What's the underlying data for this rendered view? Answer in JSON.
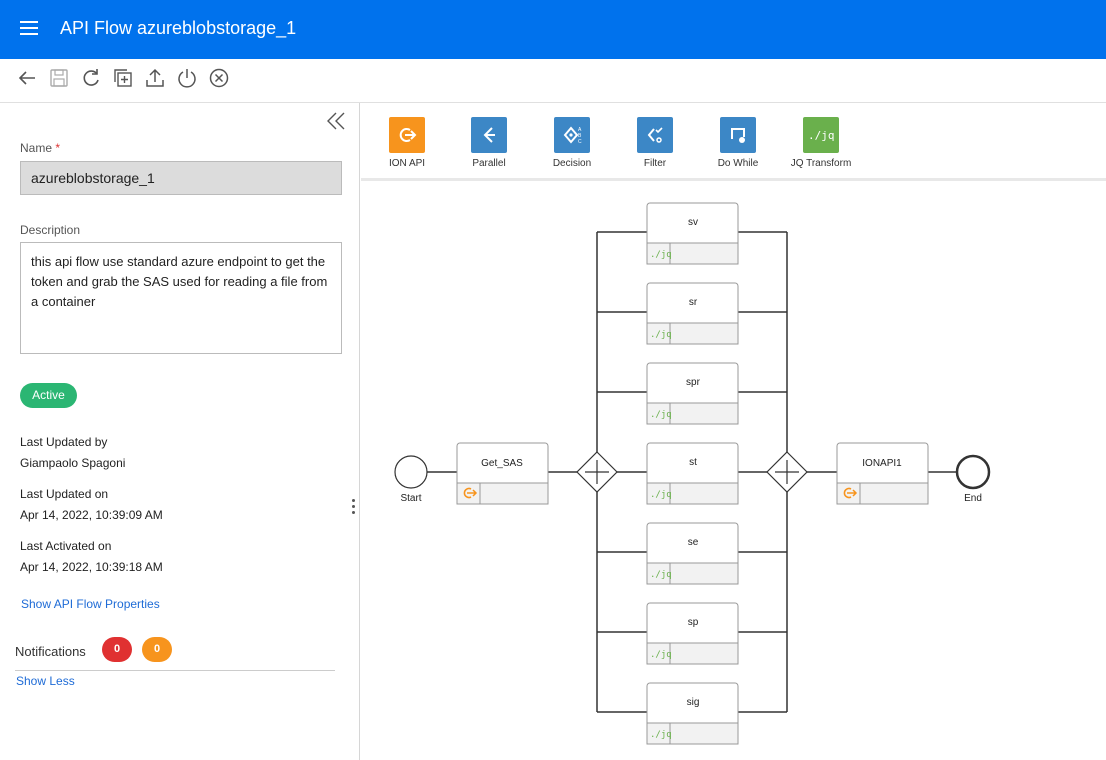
{
  "header": {
    "title": "API Flow azureblobstorage_1"
  },
  "toolbar": {
    "icons": [
      "back-arrow-icon",
      "save-icon",
      "refresh-icon",
      "add-copy-icon",
      "upload-icon",
      "power-icon",
      "cancel-icon"
    ]
  },
  "details": {
    "name_label": "Name",
    "required_mark": "*",
    "name_value": "azureblobstorage_1",
    "description_label": "Description",
    "description_value": "this api flow use standard azure endpoint to get the token and grab the SAS used for reading a file from a container",
    "status": "Active",
    "last_updated_by_label": "Last Updated by",
    "last_updated_by_value": "Giampaolo Spagoni",
    "last_updated_on_label": "Last Updated on",
    "last_updated_on_value": "Apr 14, 2022, 10:39:09 AM",
    "last_activated_on_label": "Last Activated on",
    "last_activated_on_value": "Apr 14, 2022, 10:39:18 AM",
    "show_properties_link": "Show API Flow Properties",
    "notifications_label": "Notifications",
    "notifications_error_count": "0",
    "notifications_warning_count": "0",
    "show_less_link": "Show Less"
  },
  "palette": {
    "items": [
      {
        "label": "ION API",
        "color": "#f7941d",
        "icon": "ion-api-icon"
      },
      {
        "label": "Parallel",
        "color": "#3c87c6",
        "icon": "parallel-icon"
      },
      {
        "label": "Decision",
        "color": "#3c87c6",
        "icon": "decision-icon"
      },
      {
        "label": "Filter",
        "color": "#3c87c6",
        "icon": "filter-icon"
      },
      {
        "label": "Do While",
        "color": "#3c87c6",
        "icon": "do-while-icon"
      },
      {
        "label": "JQ Transform",
        "color": "#6ab04c",
        "icon": "jq-transform-icon"
      }
    ]
  },
  "flow": {
    "start_label": "Start",
    "end_label": "End",
    "get_sas_label": "Get_SAS",
    "ionapi_label": "IONAPI1",
    "jq_glyph": "./jq",
    "parallel_nodes": [
      "sv",
      "sr",
      "spr",
      "st",
      "se",
      "sp",
      "sig"
    ]
  },
  "colors": {
    "header_blue": "#0072ed",
    "active_green": "#2bb673",
    "error_red": "#e03131",
    "warning_orange": "#f7941d",
    "link_blue": "#1e6bd6"
  }
}
